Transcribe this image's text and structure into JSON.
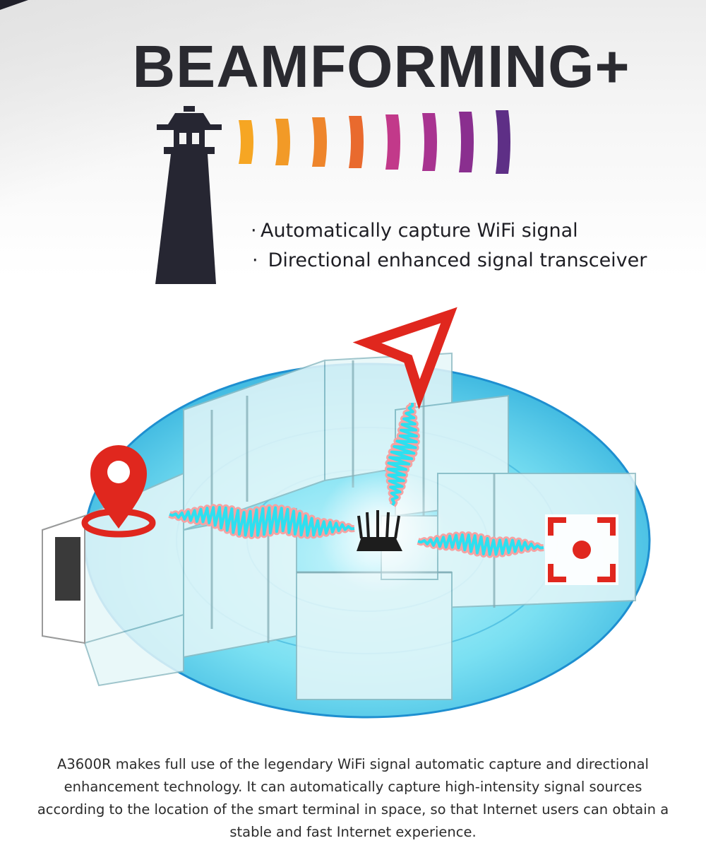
{
  "header": {
    "title": "BEAMFORMING+"
  },
  "features": {
    "items": [
      "Automatically capture WiFi signal",
      "Directional enhanced signal transceiver"
    ]
  },
  "description": {
    "text": "A3600R makes full use of the legendary WiFi signal automatic capture and directional enhancement technology. It can automatically capture high-intensity signal sources according to the location of the smart terminal in space, so that Internet users can obtain a stable and fast Internet experience."
  },
  "icons": {
    "lighthouse": "lighthouse-icon",
    "signal_beam": "signal-beam-icon",
    "location_pin": "location-pin-icon",
    "navigation_arrow": "navigation-arrow-icon",
    "target_focus": "target-focus-icon",
    "router": "router-icon"
  },
  "colors": {
    "title": "#2a2a30",
    "lighthouse": "#262632",
    "beam_gradient": [
      "#f6a623",
      "#f08a2a",
      "#e8532e",
      "#b8368a",
      "#8e2f8f",
      "#5e2f86"
    ],
    "coverage": "#2fd0ea",
    "accent_red": "#e0271e"
  }
}
